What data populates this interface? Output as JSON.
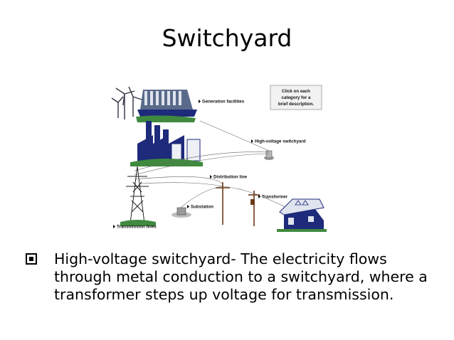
{
  "slide": {
    "title": "Switchyard"
  },
  "diagram": {
    "callout": [
      "Click on each",
      "category for a",
      "brief description."
    ],
    "labels": {
      "generation": "Generation facilities",
      "high_voltage": "High-voltage switchyard",
      "distribution": "Distribution line",
      "transformer": "Transformer",
      "substation": "Substation",
      "transmission": "Transmission lines"
    }
  },
  "bullet": {
    "icon": "checkbox-bullet-icon",
    "text": "High-voltage switchyard- The electricity flows through metal conduction to a switchyard, where a transformer steps up voltage for transmission."
  }
}
